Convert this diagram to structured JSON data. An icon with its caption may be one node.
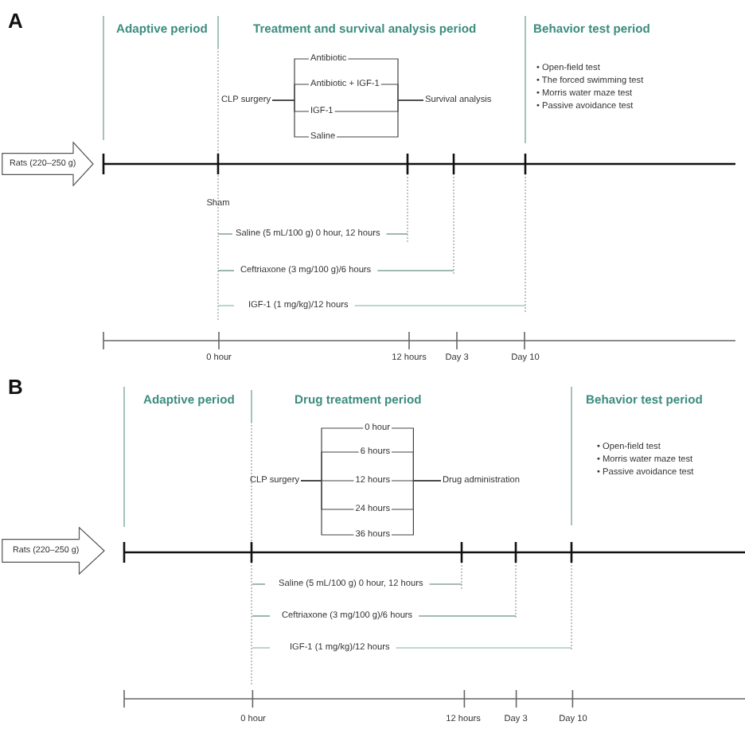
{
  "diagram": {
    "nodes": [
      {
        "text": [
          "CLP surgery"
        ]
      },
      {
        "text": [
          "Antibiotic"
        ]
      },
      {
        "text": [
          "Antibiotic + IGF-1"
        ]
      },
      {
        "text": [
          "IGF-1"
        ]
      },
      {
        "text": [
          "Saline"
        ]
      },
      {
        "text": [
          "Survival analysis"
        ]
      },
      {
        "text": [
          "Rats (220–250 g)"
        ]
      },
      {
        "text": [
          "CLP surgery"
        ]
      },
      {
        "text": [
          "0 hour"
        ]
      },
      {
        "text": [
          "6 hours"
        ]
      },
      {
        "text": [
          "12 hours"
        ]
      },
      {
        "text": [
          "24 hours"
        ]
      },
      {
        "text": [
          "36 hours"
        ]
      },
      {
        "text": [
          "Drug administration"
        ]
      },
      {
        "text": [
          "Rats (220–250 g)"
        ]
      }
    ],
    "edges": [
      {
        "from": 0,
        "to": 1,
        "arrow": "none"
      },
      {
        "from": 0,
        "to": 2,
        "arrow": "none"
      },
      {
        "from": 0,
        "to": 3,
        "arrow": "none"
      },
      {
        "from": 0,
        "to": 4,
        "arrow": "none"
      },
      {
        "from": 1,
        "to": 5,
        "arrow": "none"
      },
      {
        "from": 2,
        "to": 5,
        "arrow": "none"
      },
      {
        "from": 3,
        "to": 5,
        "arrow": "none"
      },
      {
        "from": 4,
        "to": 5,
        "arrow": "none"
      },
      {
        "from": 7,
        "to": 8,
        "arrow": "none"
      },
      {
        "from": 7,
        "to": 9,
        "arrow": "none"
      },
      {
        "from": 7,
        "to": 10,
        "arrow": "none"
      },
      {
        "from": 7,
        "to": 11,
        "arrow": "none"
      },
      {
        "from": 7,
        "to": 12,
        "arrow": "none"
      },
      {
        "from": 8,
        "to": 13,
        "arrow": "none"
      },
      {
        "from": 9,
        "to": 13,
        "arrow": "none"
      },
      {
        "from": 10,
        "to": 13,
        "arrow": "none"
      },
      {
        "from": 11,
        "to": 13,
        "arrow": "none"
      },
      {
        "from": 12,
        "to": 13,
        "arrow": "none"
      }
    ],
    "labels": [
      "A",
      "Adaptive period",
      "Treatment and survival analysis period",
      "Behavior test period",
      "• Open-field test",
      "• The forced swimming test",
      "• Morris water maze test",
      "• Passive avoidance test",
      "Sham",
      "Saline (5 mL/100 g) 0 hour, 12 hours",
      "Ceftriaxone (3 mg/100 g)/6 hours",
      "IGF-1 (1 mg/kg)/12 hours",
      "0 hour",
      "12 hours",
      "Day 3",
      "Day 10",
      "B",
      "Adaptive period",
      "Drug treatment period",
      "Behavior test period",
      "• Open-field test",
      "• Morris water maze test",
      "• Passive avoidance test",
      "Saline (5 mL/100 g) 0 hour, 12 hours",
      "Ceftriaxone (3 mg/100 g)/6 hours",
      "IGF-1 (1 mg/kg)/12 hours",
      "0 hour",
      "12 hours",
      "Day 3",
      "Day 10"
    ]
  }
}
